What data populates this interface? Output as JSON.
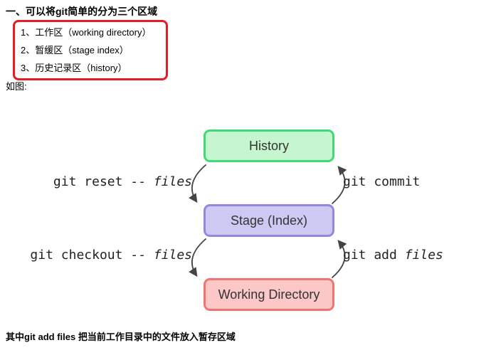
{
  "page": {
    "heading": "一、可以将git简单的分为三个区域",
    "list_items": [
      "1、工作区（working directory）",
      "2、暂缓区（stage index）",
      "3、历史记录区（history）"
    ],
    "figure_caption": "如图:",
    "footer": "其中git add files 把当前工作目录中的文件放入暂存区域"
  },
  "colors": {
    "callout_border": "#e81c24",
    "arrow": "#444444"
  },
  "diagram": {
    "boxes": [
      {
        "id": "history",
        "label": "History",
        "fill": "#c6f6d0",
        "border": "#3fda74"
      },
      {
        "id": "stage",
        "label": "Stage (Index)",
        "fill": "#cdc9f3",
        "border": "#9089dc"
      },
      {
        "id": "working-directory",
        "label": "Working Directory",
        "fill": "#fbc7c7",
        "border": "#f37373"
      }
    ],
    "labels": {
      "reset": {
        "prefix": "git reset -- ",
        "emph": "files"
      },
      "commit": {
        "prefix": "git commit",
        "emph": ""
      },
      "checkout": {
        "prefix": "git checkout -- ",
        "emph": "files"
      },
      "add": {
        "prefix": "git add ",
        "emph": "files"
      }
    }
  }
}
